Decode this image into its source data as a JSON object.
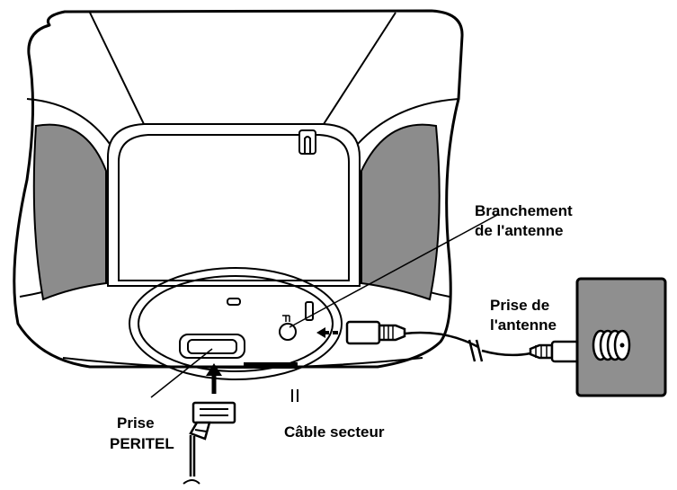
{
  "labels": {
    "antenna_connection_line1": "Branchement",
    "antenna_connection_line2": "de l'antenne",
    "antenna_socket_line1": "Prise de",
    "antenna_socket_line2": "l'antenne",
    "scart_line1": "Prise",
    "scart_line2": "PERITEL",
    "power_cable": "Câble secteur"
  },
  "colors": {
    "outline": "#000000",
    "speaker_grille": "#8c8c8c",
    "wall_plate": "#8f8f8f",
    "background": "#ffffff"
  }
}
